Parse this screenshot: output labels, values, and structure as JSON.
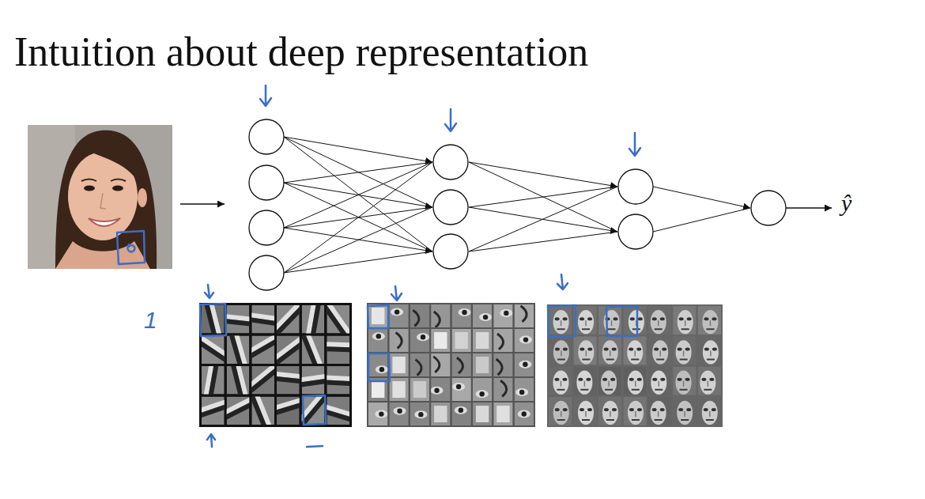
{
  "diagram": {
    "title": "Intuition about deep representation",
    "labels": [
      "ŷ",
      "1"
    ]
  }
}
